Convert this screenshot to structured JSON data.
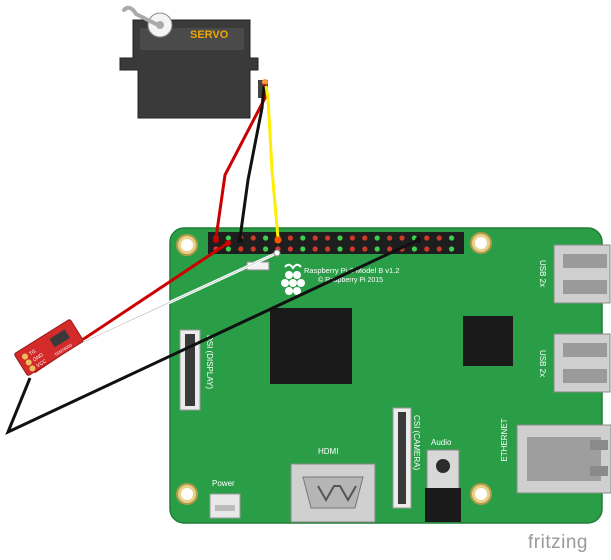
{
  "servo": {
    "label": "SERVO"
  },
  "board": {
    "title": "Raspberry Pi 2 Model B v1.2",
    "copyright": "© Raspberry Pi 2015",
    "dsi_label": "DSI (DISPLAY)",
    "csi_label": "CSI (CAMERA)",
    "hdmi_label": "HDMI",
    "audio_label": "Audio",
    "power_label": "Power",
    "usb_top_label": "USB 2x",
    "usb_bottom_label": "USB 2x",
    "ethernet_label": "ETHERNET"
  },
  "sensor": {
    "label_1": "TG",
    "label_2": "GND",
    "label_3": "VCC",
    "label_4": "TEMT6000"
  },
  "wires": [
    {
      "name": "servo-power-wire",
      "color": "#cc0000"
    },
    {
      "name": "servo-ground-wire",
      "color": "#111111"
    },
    {
      "name": "servo-signal-wire",
      "color": "#ffee00"
    },
    {
      "name": "sensor-vcc-wire",
      "color": "#cc0000"
    },
    {
      "name": "sensor-signal-wire",
      "color": "#ffffff"
    },
    {
      "name": "sensor-ground-wire",
      "color": "#111111"
    }
  ],
  "colors": {
    "board": "#2a9e47",
    "servo_body": "#3a3a3a",
    "servo_label": "#f0a500",
    "sensor_pcb": "#d42a2a"
  },
  "brand": "fritzing"
}
